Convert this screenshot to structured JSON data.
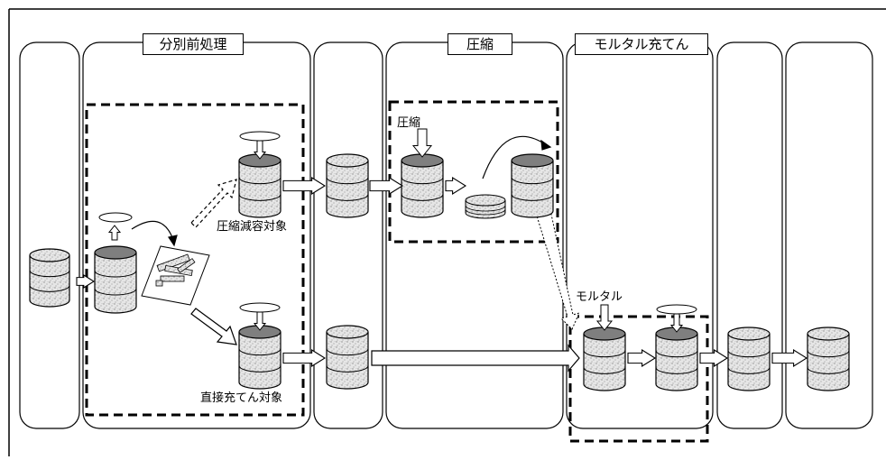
{
  "stages": {
    "sorting": "分別前処理",
    "compression": "圧縮",
    "mortar_filling": "モルタル充てん"
  },
  "labels": {
    "compress_target": "圧縮減容対象",
    "direct_target": "直接充てん対象",
    "compress_step": "圧縮",
    "mortar_step": "モルタル"
  },
  "colors": {
    "line": "#000000",
    "drum_face": "#d9d9d9",
    "drum_top_dark": "#7f7f7f",
    "background": "#ffffff"
  }
}
